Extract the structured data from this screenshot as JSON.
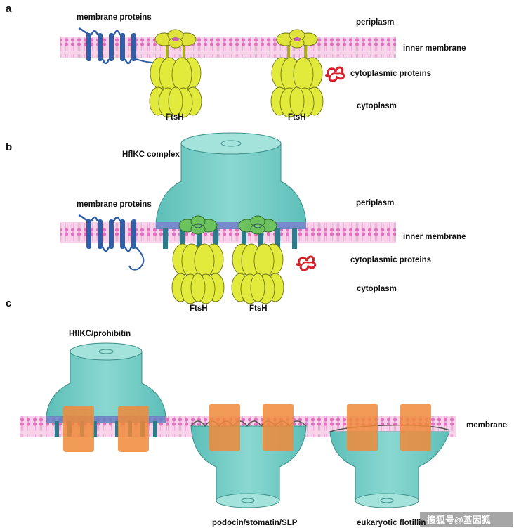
{
  "panel_a": {
    "letter": "a",
    "membrane_proteins": "membrane proteins",
    "periplasm": "periplasm",
    "inner_membrane": "inner membrane",
    "cytoplasmic_proteins": "cytoplasmic proteins",
    "cytoplasm": "cytoplasm",
    "ftsh_left": "FtsH",
    "ftsh_right": "FtsH"
  },
  "panel_b": {
    "letter": "b",
    "hflkc_complex": "HflKC complex",
    "membrane_proteins": "membrane proteins",
    "periplasm": "periplasm",
    "inner_membrane": "inner membrane",
    "cytoplasmic_proteins": "cytoplasmic proteins",
    "cytoplasm": "cytoplasm",
    "ftsh_left": "FtsH",
    "ftsh_right": "FtsH"
  },
  "panel_c": {
    "letter": "c",
    "hflkc_prohibitin": "HflKC/prohibitin",
    "membrane": "membrane",
    "podocin": "podocin/stomatin/SLP",
    "flotillin": "eukaryotic flotillin"
  },
  "watermark": "搜狐号@基因狐",
  "colors": {
    "membrane": "#e58bc7",
    "membrane_protein": "#2f5fa8",
    "ftsh": "#e2ea3b",
    "ftsh_top_a": "#dfe33a",
    "ftsh_top_b": "#6cc35e",
    "complex": "#78cfc8",
    "orange": "#f0893a",
    "red_protein": "#d8202c"
  }
}
